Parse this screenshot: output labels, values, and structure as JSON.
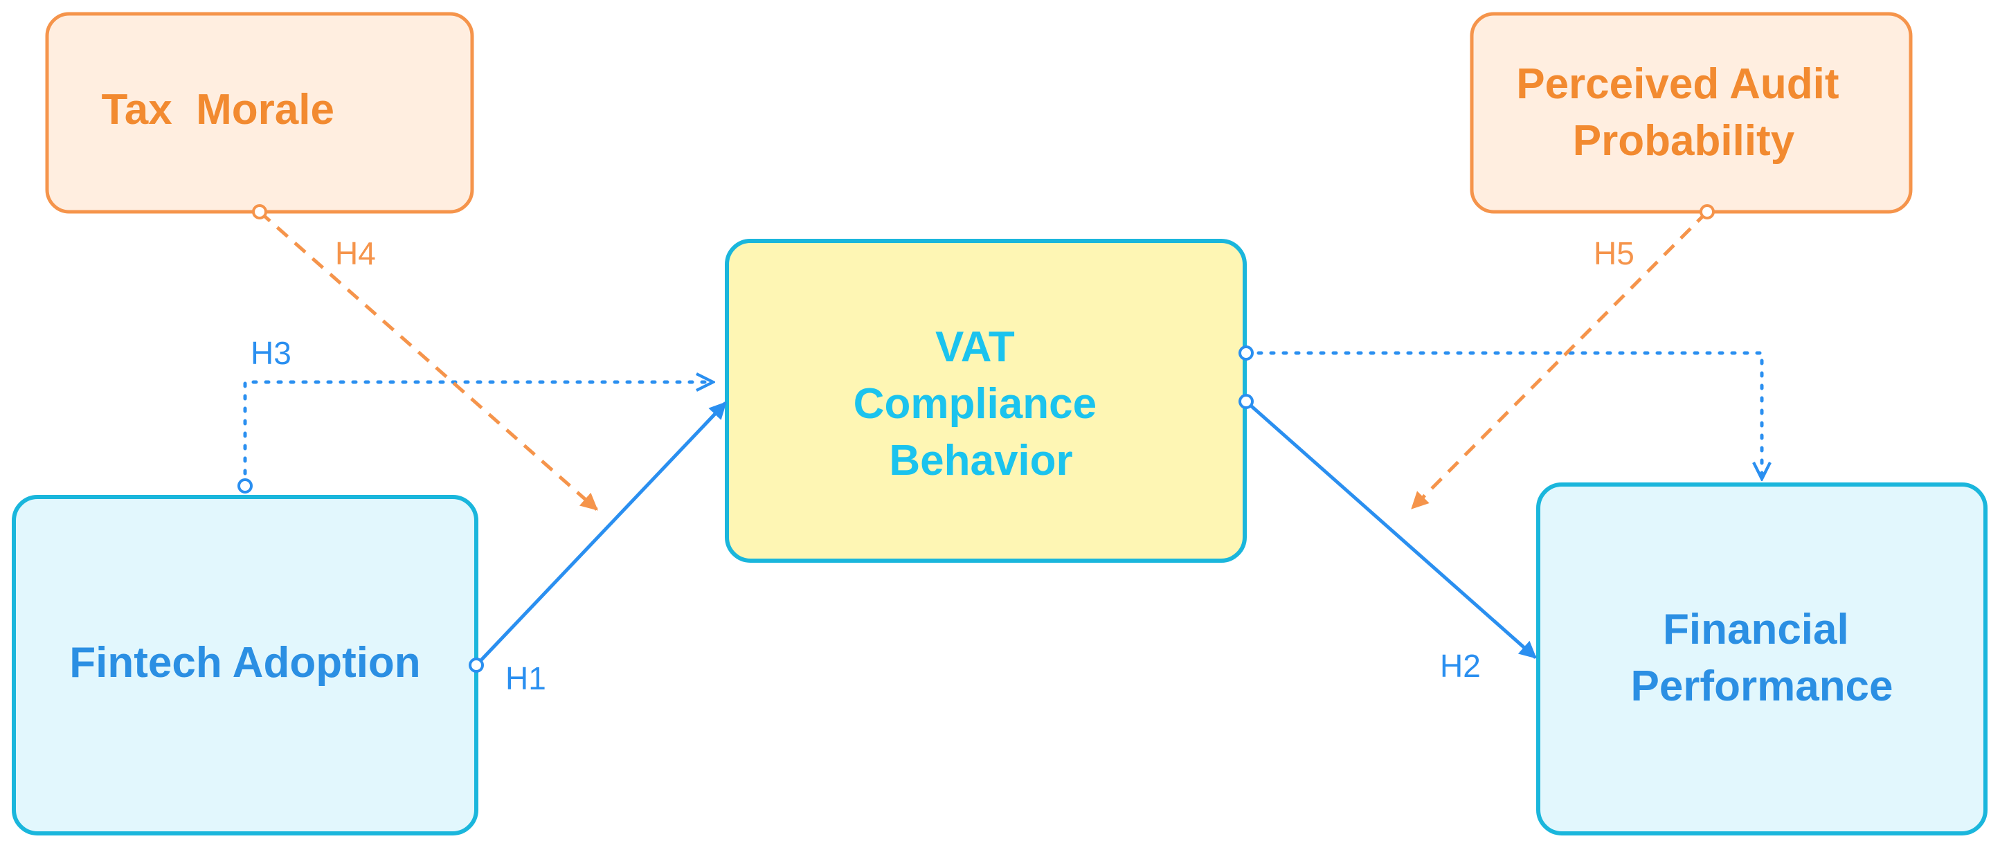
{
  "diagram": {
    "colors": {
      "orange_stroke": "#F5944B",
      "orange_fill": "#FFEEE0",
      "orange_text": "#F28A30",
      "blue_stroke": "#1AB6DC",
      "blue_fill": "#E2F7FD",
      "blue_text": "#2B8FE3",
      "center_fill": "#FEF6B4",
      "center_text": "#1BC3EE",
      "edge_blue": "#2A8FF0",
      "edge_orange": "#F5944B"
    },
    "nodes": {
      "tax_morale": {
        "lines": [
          "Tax  Morale"
        ]
      },
      "perceived_audit": {
        "lines": [
          "Perceived Audit",
          "Probability"
        ]
      },
      "vat_compliance": {
        "lines": [
          "VAT",
          "Compliance",
          "Behavior"
        ]
      },
      "fintech_adoption": {
        "lines": [
          "Fintech Adoption"
        ]
      },
      "financial_performance": {
        "lines": [
          "Financial",
          "Performance"
        ]
      }
    },
    "edges": {
      "h1": {
        "label": "H1"
      },
      "h2": {
        "label": "H2"
      },
      "h3": {
        "label": "H3"
      },
      "h4": {
        "label": "H4"
      },
      "h5": {
        "label": "H5"
      }
    }
  }
}
